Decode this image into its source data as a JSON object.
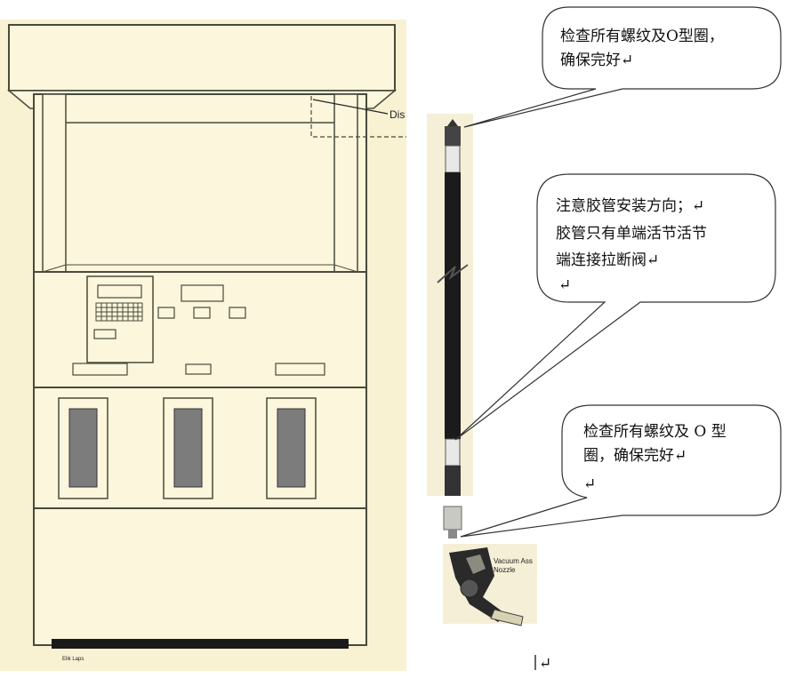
{
  "dispenser": {
    "pointer_label": "Dis",
    "footer_label": "Elik Laps"
  },
  "hose": {
    "nozzle_label_line1": "Vacuum Ass",
    "nozzle_label_line2": "Nozzle"
  },
  "callouts": {
    "top": {
      "line1": "检查所有螺纹及O型圈，",
      "line2": "确保完好↵"
    },
    "middle": {
      "line1": "注意胶管安装方向；↵",
      "line2": "胶管只有单端活节活节",
      "line3": "端连接拉断阀↵",
      "line4": "↵"
    },
    "bottom": {
      "line1": "检查所有螺纹及 O 型",
      "line2": "圈，确保完好↵",
      "line3": "↵"
    }
  },
  "page_mark": "↵",
  "colors": {
    "dispenser_fill": "#fbf6dc",
    "panel_bg": "#f8f1d2",
    "outline": "#5a5a4a",
    "hose": "#1b1b1b",
    "window_gray": "#7c7c7c"
  }
}
